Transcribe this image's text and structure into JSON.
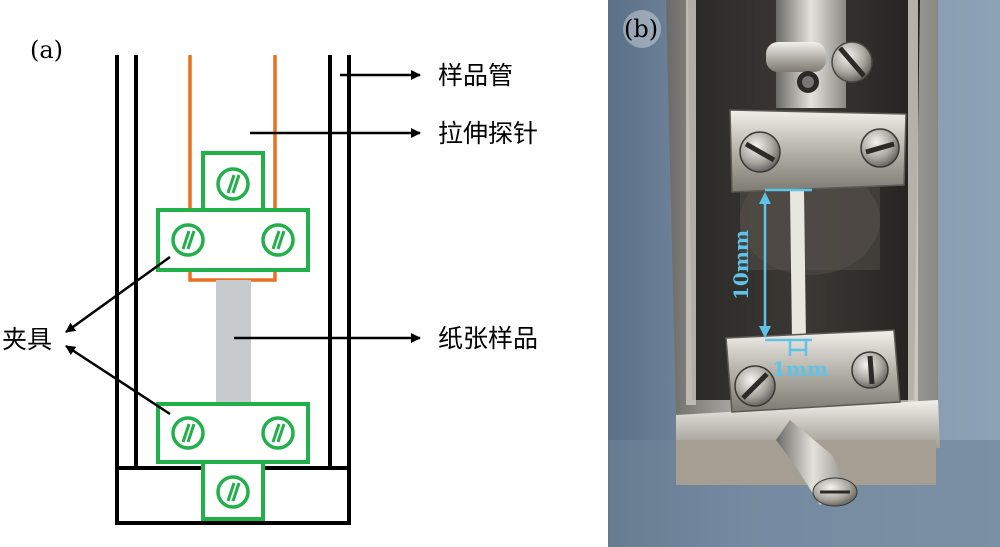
{
  "panel_a": {
    "label": "(a)",
    "labels": {
      "sample_tube": "样品管",
      "tensile_probe": "拉伸探针",
      "paper_sample": "纸张样品",
      "clamp": "夹具"
    }
  },
  "panel_b": {
    "label": "(b)",
    "dimension_length": "10mm",
    "dimension_width": "1mm"
  },
  "colors": {
    "tube": "#000000",
    "probe": "#e8701e",
    "clamp": "#22b04a",
    "sample": "#c7cbce",
    "dimension": "#5fc3e8"
  }
}
